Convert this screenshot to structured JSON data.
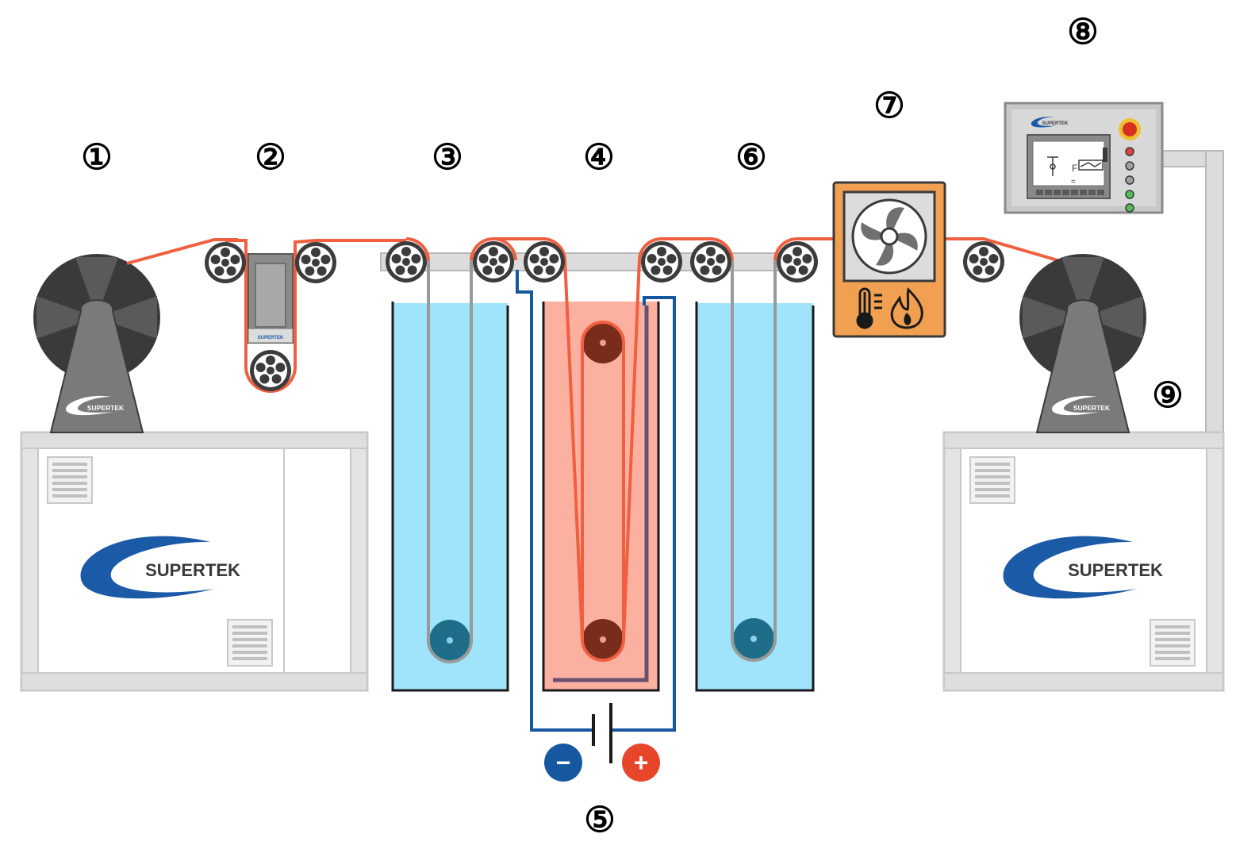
{
  "brand": {
    "name": "SUPERTEK",
    "color": "#1a5aa6"
  },
  "labels": {
    "n1": "①",
    "n2": "②",
    "n3": "③",
    "n4": "④",
    "n5": "⑤",
    "n6": "⑥",
    "n7": "⑦",
    "n8": "⑧",
    "n9": "⑨"
  },
  "control_panel": {
    "screen_letter": "F",
    "screen_sub": "=",
    "buttons": [
      "red",
      "gray",
      "gray",
      "green",
      "green"
    ]
  },
  "power_supply": {
    "negative_symbol": "−",
    "positive_symbol": "+"
  },
  "dryer_icons": [
    "fan-icon",
    "thermometer-icon",
    "flame-icon"
  ],
  "colors": {
    "wire": "#f06040",
    "water_bath": "#9fe4fb",
    "plating_bath": "#fbb0a0",
    "electrode": "#1558a0",
    "dryer": "#f0a050",
    "machine": "#e0e0e0",
    "spool": "#3a3a3a"
  }
}
